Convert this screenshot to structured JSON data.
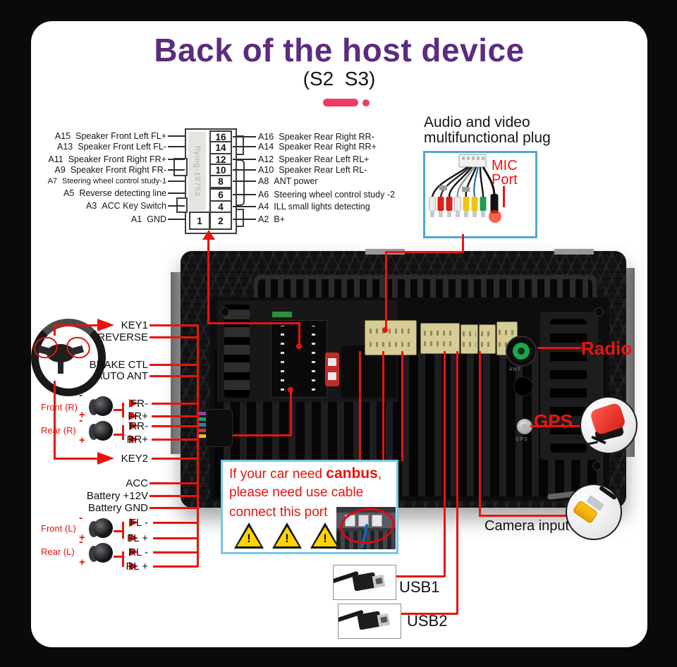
{
  "title": "Back of the host device",
  "subtitle": "(S2  S3)",
  "pinout": {
    "watermark": "flying-19753",
    "left": [
      {
        "pin": "A15",
        "label": "Speaker Front Left FL+"
      },
      {
        "pin": "A13",
        "label": "Speaker Front Left FL-"
      },
      {
        "pin": "A11",
        "label": "Speaker Front Right FR+"
      },
      {
        "pin": "A9",
        "label": "Speaker Front Right FR-"
      },
      {
        "pin": "A7",
        "label": "Steering wheel control study-1"
      },
      {
        "pin": "A5",
        "label": "Reverse detecting line"
      },
      {
        "pin": "A3",
        "label": "ACC Key Switch"
      },
      {
        "pin": "A1",
        "label": "GND"
      }
    ],
    "right": [
      {
        "pin": "A16",
        "label": "Speaker Rear Right RR-"
      },
      {
        "pin": "A14",
        "label": "Speaker Rear Right RR+"
      },
      {
        "pin": "A12",
        "label": "Speaker Rear Left RL+"
      },
      {
        "pin": "A10",
        "label": "Speaker Rear Left RL-"
      },
      {
        "pin": "A8",
        "label": "ANT power"
      },
      {
        "pin": "A6",
        "label": "Steering wheel control study -2"
      },
      {
        "pin": "A4",
        "label": "ILL small lights detecting"
      },
      {
        "pin": "A2",
        "label": "B+"
      }
    ],
    "numbers_right": [
      "16",
      "14",
      "12",
      "10",
      "8",
      "6",
      "4"
    ],
    "number_bottom_left": "1",
    "number_bottom_right": "2"
  },
  "av_plug": {
    "heading1": "Audio and video",
    "heading2": "multifunctional plug",
    "mic1": "MIC",
    "mic2": "Port"
  },
  "wires": [
    "KEY1",
    "REVERSE",
    "BRAKE CTL",
    "AUTO ANT",
    "FR-",
    "FR+",
    "RR-",
    "RR+",
    "KEY2",
    "ACC",
    "Battery +12V",
    "Battery GND",
    "FL -",
    "FL +",
    "RL -",
    "RL +"
  ],
  "speakers": {
    "fr": "Front (R)",
    "rr": "Rear (R)",
    "fl": "Front (L)",
    "rl": "Rear (L)",
    "plus": "+",
    "minus": "-"
  },
  "canbus": {
    "l1a": "If your car need ",
    "l1b": "canbus",
    "l1c": ",",
    "l2": "please need use cable",
    "l3": "connect this port",
    "warn": "!"
  },
  "ports": {
    "radio": "Radio",
    "gps": "GPS",
    "camera": "Camera input",
    "usb1": "USB1",
    "usb2": "USB2",
    "ant_micro": "ANT",
    "gps_micro": "GPS"
  },
  "colors": {
    "title": "#5b2c7f",
    "accent_pink": "#ef3a61",
    "line_red": "#e8130e",
    "canbus_border": "#74c7ee",
    "connector_beige": "#d6cc96",
    "radio_green": "#17a84b"
  }
}
